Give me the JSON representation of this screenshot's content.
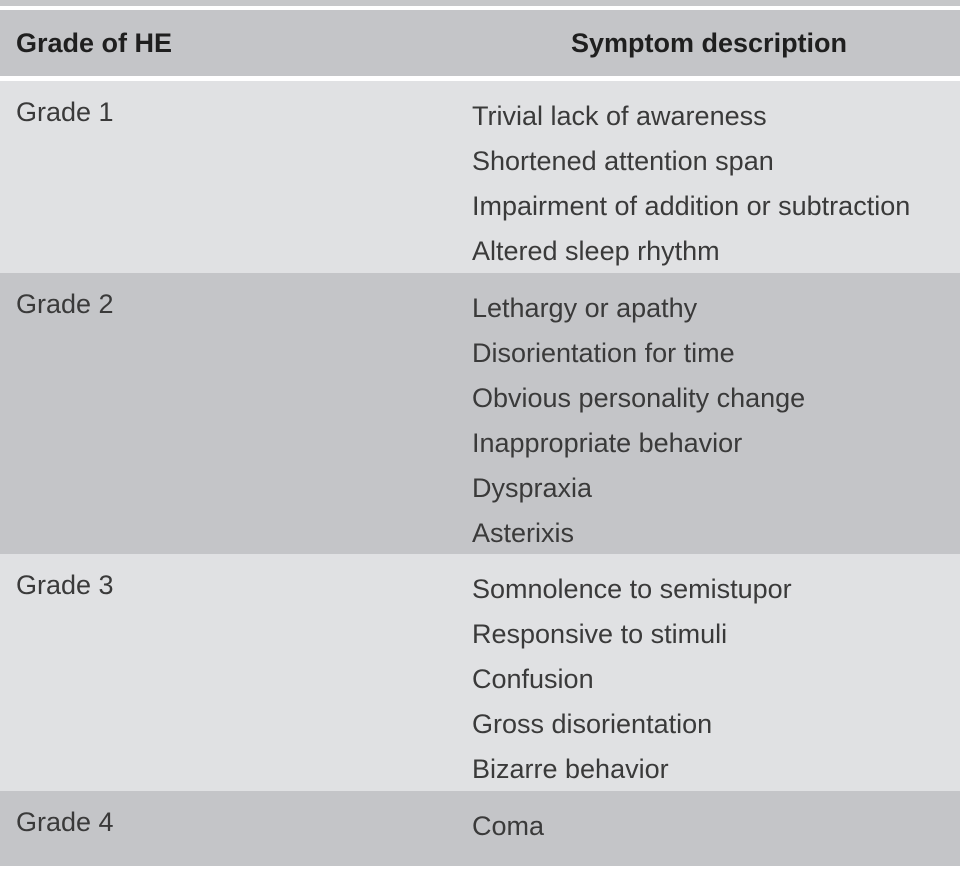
{
  "table": {
    "headers": {
      "grade": "Grade of HE",
      "symptom": "Symptom description"
    },
    "rows": [
      {
        "grade": "Grade 1",
        "symptoms": [
          "Trivial lack of awareness",
          "Shortened attention span",
          "Impairment of addition or subtraction",
          "Altered sleep rhythm"
        ]
      },
      {
        "grade": "Grade 2",
        "symptoms": [
          "Lethargy or apathy",
          "Disorientation for time",
          "Obvious personality change",
          "Inappropriate behavior",
          "Dyspraxia",
          "Asterixis"
        ]
      },
      {
        "grade": "Grade 3",
        "symptoms": [
          "Somnolence to semistupor",
          "Responsive to stimuli",
          "Confusion",
          "Gross disorientation",
          "Bizarre behavior"
        ]
      },
      {
        "grade": "Grade 4",
        "symptoms": [
          "Coma"
        ]
      }
    ],
    "colors": {
      "header_bg": "#c4c5c8",
      "row_light_bg": "#e0e1e3",
      "row_dark_bg": "#c4c5c8",
      "text": "#3a3a3a"
    }
  }
}
